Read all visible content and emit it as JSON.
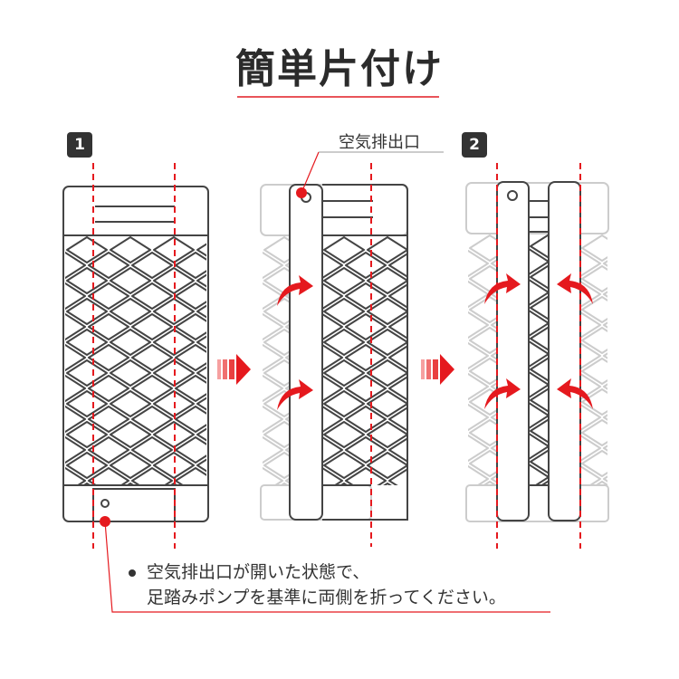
{
  "title": "簡単片付け",
  "steps": [
    {
      "number": "1"
    },
    {
      "number": "2"
    }
  ],
  "vent_label": "空気排出口",
  "note": {
    "line1": "空気排出口が開いた状態で、",
    "line2": "足踏みポンプを基準に両側を折ってください。"
  },
  "colors": {
    "accent": "#e5191e",
    "outline": "#444444",
    "faded": "#cccccc"
  },
  "icons": [
    "step-arrow-icon",
    "fold-arrow-icon",
    "bullet-icon"
  ]
}
